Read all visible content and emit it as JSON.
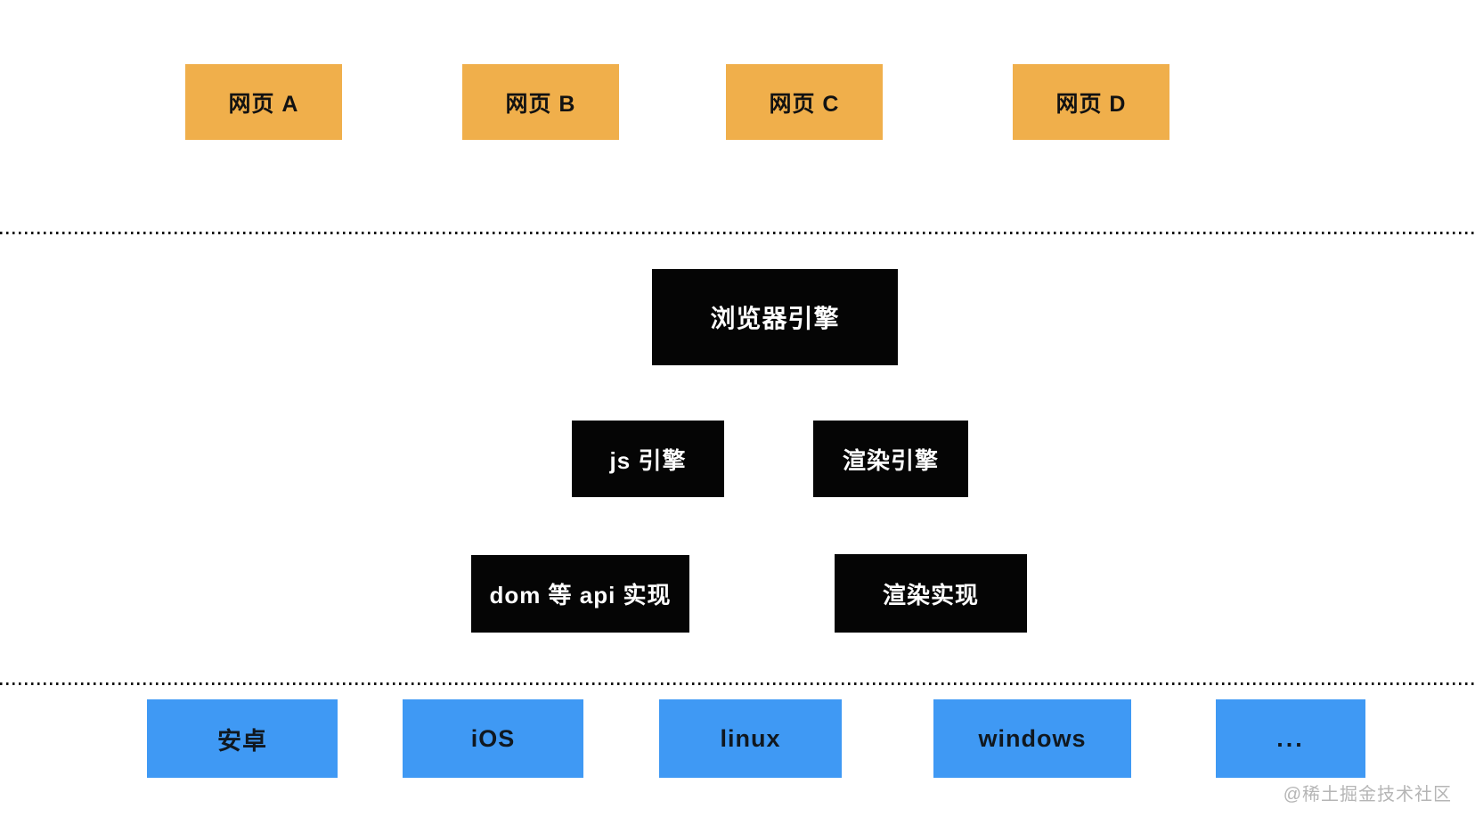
{
  "diagram": {
    "pages": [
      {
        "label": "网页 A"
      },
      {
        "label": "网页 B"
      },
      {
        "label": "网页 C"
      },
      {
        "label": "网页 D"
      }
    ],
    "engine": {
      "browser_engine": "浏览器引擎",
      "js_engine": "js 引擎",
      "render_engine": "渲染引擎",
      "dom_api_impl": "dom 等 api 实现",
      "render_impl": "渲染实现"
    },
    "platforms": [
      {
        "label": "安卓"
      },
      {
        "label": "iOS"
      },
      {
        "label": "linux"
      },
      {
        "label": "windows"
      },
      {
        "label": "..."
      }
    ],
    "watermark": "@稀土掘金技术社区",
    "colors": {
      "page_box": "#F0AF4B",
      "engine_box": "#050505",
      "platform_box": "#3F99F4",
      "dot_line": "#111111",
      "watermark": "#B5B5B5"
    }
  }
}
